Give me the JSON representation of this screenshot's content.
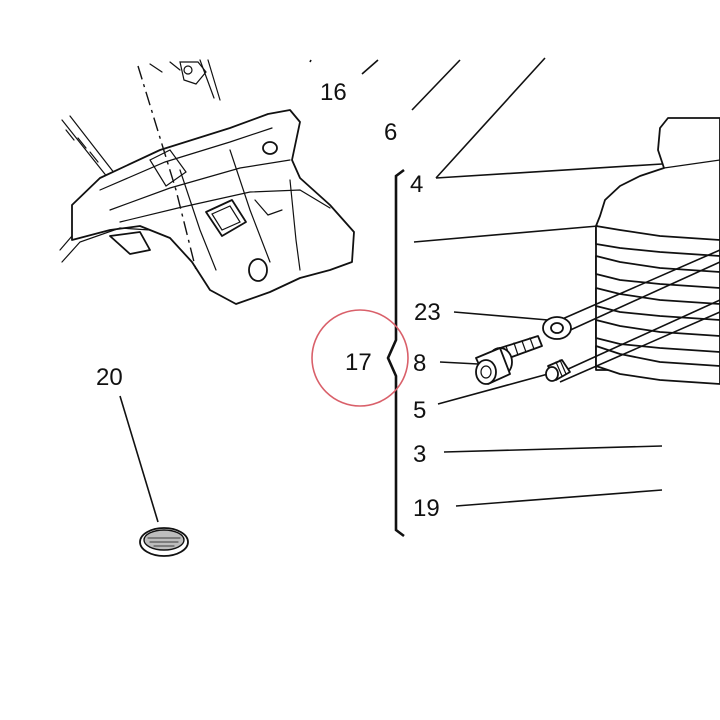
{
  "callouts": {
    "c16": "16",
    "c6": "6",
    "c4": "4",
    "c23": "23",
    "c17": "17",
    "c8": "8",
    "c5": "5",
    "c3": "3",
    "c19": "19",
    "c20": "20"
  },
  "colors": {
    "line": "#111111",
    "highlight_circle": "#d9606a",
    "background": "#ffffff"
  }
}
